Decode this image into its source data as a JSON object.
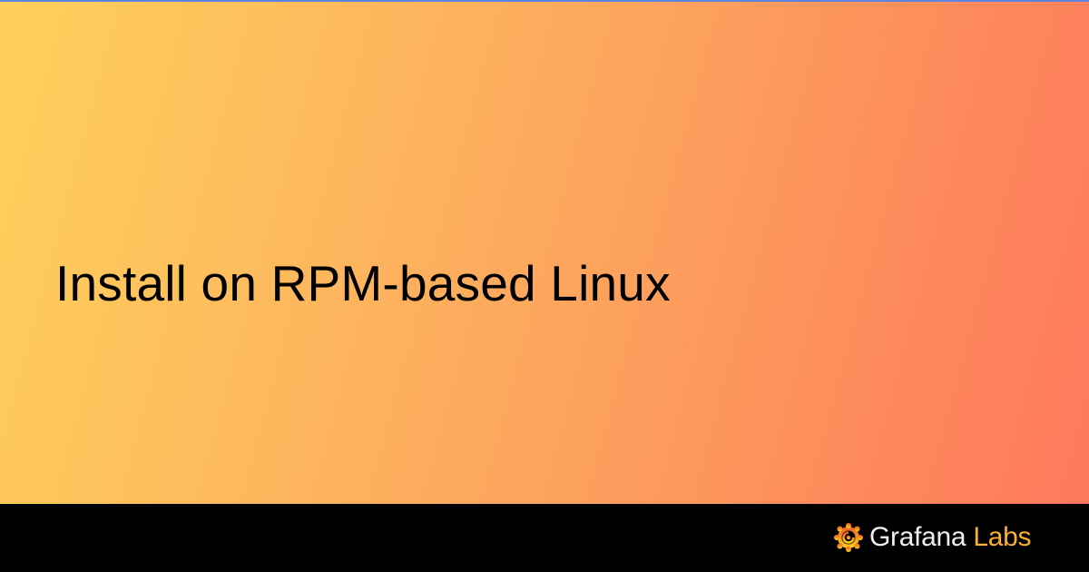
{
  "page": {
    "title": "Install on RPM-based Linux"
  },
  "footer": {
    "brand": {
      "icon": "grafana-logo-icon",
      "name": "Grafana",
      "suffix": "Labs"
    }
  },
  "colors": {
    "top_bar": "#5b85e0",
    "gradient_start": "#ffd15c",
    "gradient_end": "#ff795c",
    "footer_bg": "#000000",
    "brand_text": "#f0f0f0",
    "brand_accent": "#fbb02c"
  }
}
